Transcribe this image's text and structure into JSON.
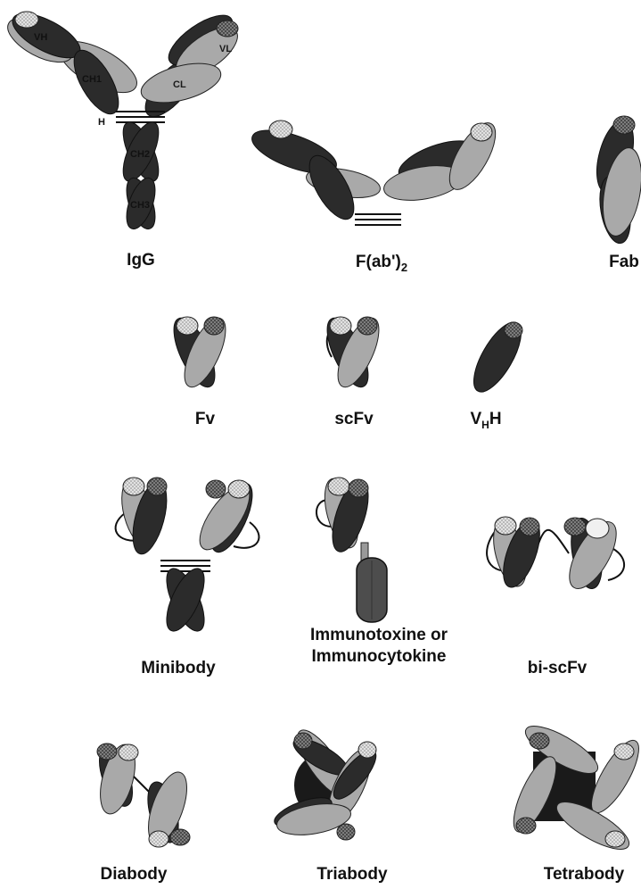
{
  "colors": {
    "heavy": "#2b2b2b",
    "light": "#a9a9a9",
    "tip_light": "#d4d4d4",
    "tip_dark": "#555555",
    "toxin": "#4d4d4d",
    "linker": "#111111"
  },
  "igg": {
    "label": "IgG",
    "domains": {
      "vh": "VH",
      "ch1": "CH1",
      "vl": "VL",
      "cl": "CL",
      "hinge": "H",
      "ch2": "CH2",
      "ch3": "CH3"
    }
  },
  "fab2": {
    "label_main": "F(ab')",
    "label_sub": "2"
  },
  "fab": {
    "label": "Fab"
  },
  "fv": {
    "label": "Fv"
  },
  "scfv": {
    "label": "scFv"
  },
  "vhh": {
    "label_v": "V",
    "label_sub": "H",
    "label_h": "H"
  },
  "minibody": {
    "label": "Minibody"
  },
  "immuno": {
    "label_line1": "Immunotoxine or",
    "label_line2": "Immunocytokine"
  },
  "biscfv": {
    "label": "bi-scFv"
  },
  "diabody": {
    "label": "Diabody"
  },
  "triabody": {
    "label": "Triabody"
  },
  "tetrabody": {
    "label": "Tetrabody"
  }
}
